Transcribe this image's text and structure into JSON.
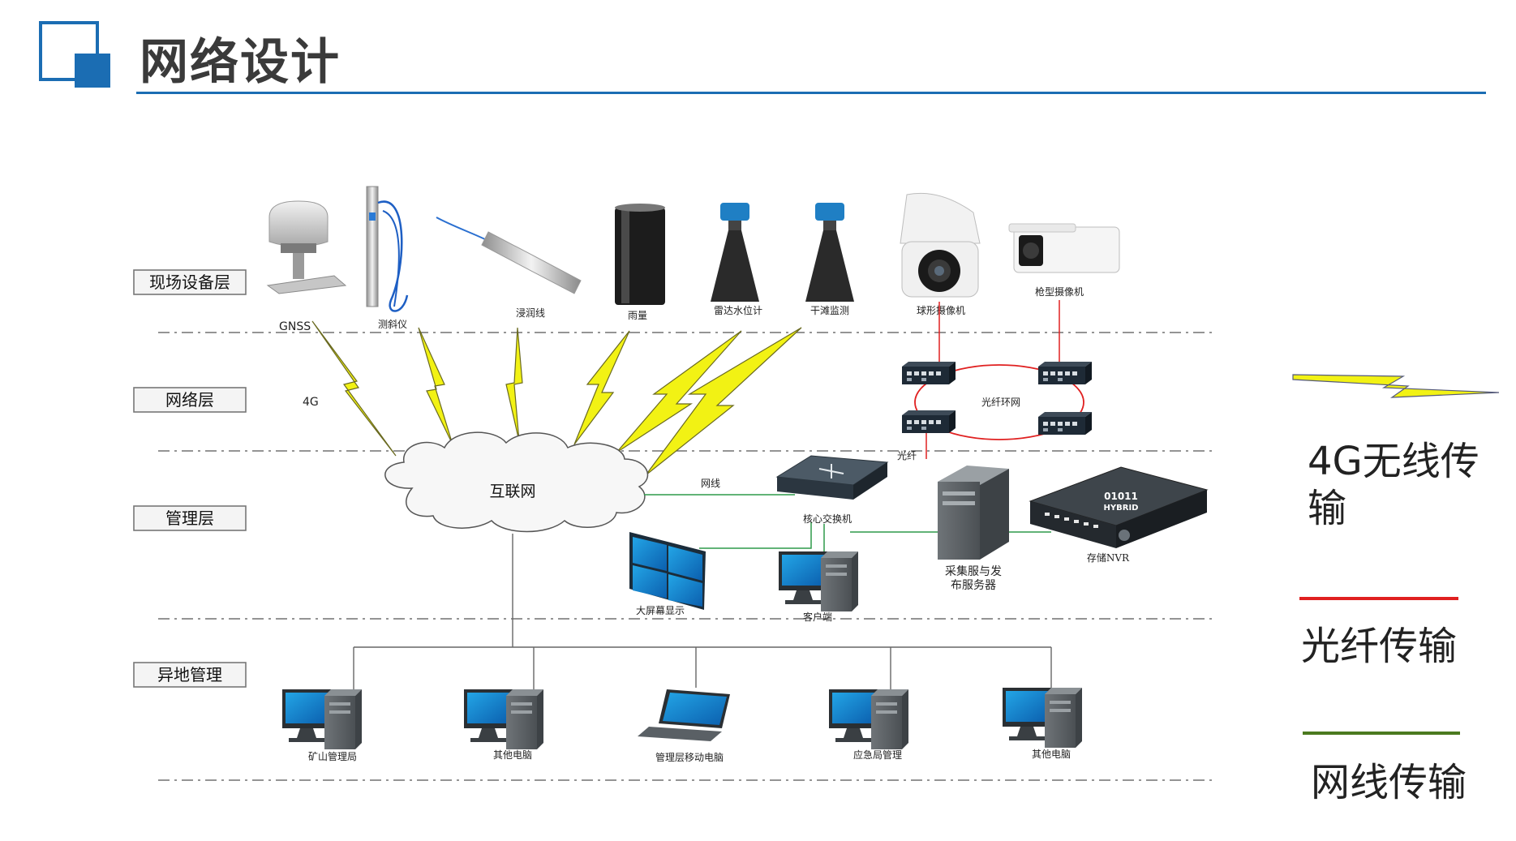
{
  "header": {
    "title": "网络设计"
  },
  "layers": [
    {
      "label": "现场设备层"
    },
    {
      "label": "网络层"
    },
    {
      "label": "管理层"
    },
    {
      "label": "异地管理"
    }
  ],
  "field_devices": {
    "gnss": "GNSS",
    "inclinometer": "测斜仪",
    "seepage_line": "浸润线",
    "rain_gauge": "雨量",
    "radar_level": "雷达水位计",
    "beach_monitor": "干滩监测",
    "dome_camera": "球形摄像机",
    "bullet_camera": "枪型摄像机"
  },
  "network": {
    "g4_label": "4G",
    "fiber_ring": "光纤环网",
    "fiber_label": "光纤",
    "internet": "互联网",
    "cable_label": "网线"
  },
  "management": {
    "core_switch": "核心交换机",
    "big_screen": "大屏幕显示",
    "client": "客户端",
    "server": "采集服与发布服务器",
    "nvr": "存储NVR",
    "nvr_badge_top": "01011",
    "nvr_badge_bottom": "HYBRID"
  },
  "remote": {
    "mine_bureau": "矿山管理局",
    "other_pc_1": "其他电脑",
    "mobile_pc": "管理层移动电脑",
    "emergency": "应急局管理",
    "other_pc_2": "其他电脑"
  },
  "legend": {
    "wireless": "4G无线传输",
    "fiber": "光纤传输",
    "cable": "网线传输"
  },
  "colors": {
    "accent_blue": "#1b6db3",
    "fiber_red": "#e02020",
    "cable_green": "#2e9a4a",
    "legend_green": "#4b7a1f",
    "lightning_yellow": "#f2f214"
  }
}
